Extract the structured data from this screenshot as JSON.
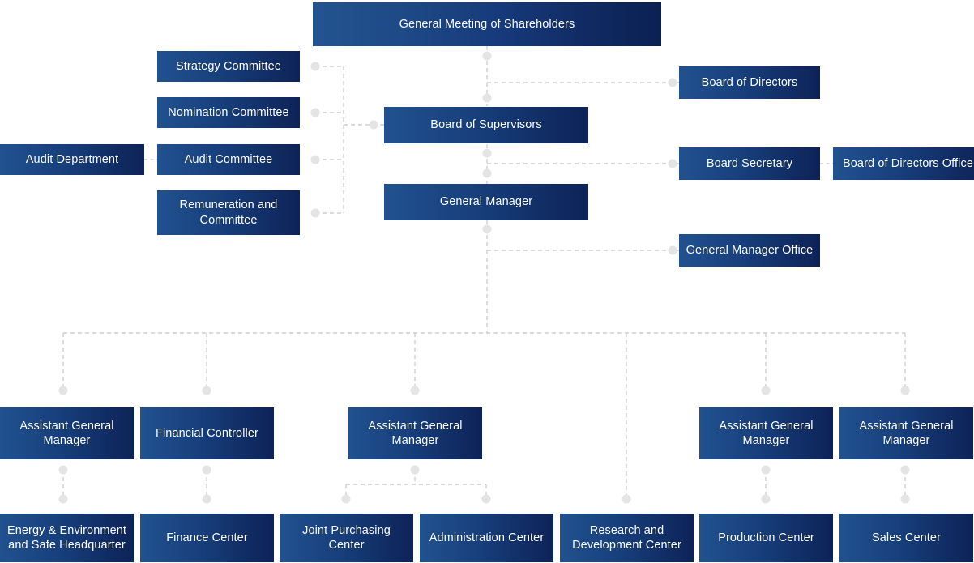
{
  "chart_data": {
    "type": "diagram",
    "title": "Corporate Organizational Structure",
    "diagram_kind": "org-chart",
    "orientation": "top-down",
    "connector_style": "dashed-with-round-endpoints",
    "palette": {
      "box_gradient_start": "#21528f",
      "box_gradient_end": "#0d2357",
      "box_text": "#ffffff",
      "connector_line": "#cfcfcf",
      "connector_dot": "#e2e2e2",
      "background": "#ffffff"
    },
    "nodes": [
      {
        "id": "general-meeting-of-shareholders",
        "label": "General Meeting of Shareholders",
        "level": 0
      },
      {
        "id": "board-of-directors",
        "label": "Board of Directors",
        "level": 1
      },
      {
        "id": "board-of-supervisors",
        "label": "Board of Supervisors",
        "level": 1
      },
      {
        "id": "strategy-committee",
        "label": "Strategy Committee",
        "level": 2
      },
      {
        "id": "nomination-committee",
        "label": "Nomination Committee",
        "level": 2
      },
      {
        "id": "audit-committee",
        "label": "Audit Committee",
        "level": 2
      },
      {
        "id": "remuneration-and-committee",
        "label": "Remuneration and Committee",
        "level": 2
      },
      {
        "id": "audit-department",
        "label": "Audit Department",
        "level": 3
      },
      {
        "id": "board-secretary",
        "label": "Board Secretary",
        "level": 2
      },
      {
        "id": "board-of-directors-office",
        "label": "Board of Directors Office",
        "level": 3
      },
      {
        "id": "general-manager",
        "label": "General Manager",
        "level": 2
      },
      {
        "id": "general-manager-office",
        "label": "General Manager Office",
        "level": 3
      },
      {
        "id": "assistant-general-manager-1",
        "label": "Assistant General Manager",
        "level": 3
      },
      {
        "id": "financial-controller",
        "label": "Financial Controller",
        "level": 3
      },
      {
        "id": "assistant-general-manager-2",
        "label": "Assistant General Manager",
        "level": 3
      },
      {
        "id": "assistant-general-manager-3",
        "label": "Assistant General Manager",
        "level": 3
      },
      {
        "id": "assistant-general-manager-4",
        "label": "Assistant General Manager",
        "level": 3
      },
      {
        "id": "energy-environment-safe-headquarter",
        "label": "Energy & Environment and Safe Headquarter",
        "level": 4
      },
      {
        "id": "finance-center",
        "label": "Finance Center",
        "level": 4
      },
      {
        "id": "joint-purchasing-center",
        "label": "Joint Purchasing Center",
        "level": 4
      },
      {
        "id": "administration-center",
        "label": "Administration Center",
        "level": 4
      },
      {
        "id": "research-and-development-center",
        "label": "Research and Development Center",
        "level": 4
      },
      {
        "id": "production-center",
        "label": "Production Center",
        "level": 4
      },
      {
        "id": "sales-center",
        "label": "Sales Center",
        "level": 4
      }
    ],
    "edges": [
      {
        "from": "general-meeting-of-shareholders",
        "to": "board-of-directors"
      },
      {
        "from": "general-meeting-of-shareholders",
        "to": "board-of-supervisors"
      },
      {
        "from": "board-of-supervisors",
        "to": "general-manager"
      },
      {
        "from": "board-of-supervisors",
        "to": "board-secretary"
      },
      {
        "from": "board-secretary",
        "to": "board-of-directors-office"
      },
      {
        "from": "strategy-committee",
        "to": "board-of-supervisors"
      },
      {
        "from": "nomination-committee",
        "to": "board-of-supervisors"
      },
      {
        "from": "audit-committee",
        "to": "board-of-supervisors"
      },
      {
        "from": "remuneration-and-committee",
        "to": "board-of-supervisors"
      },
      {
        "from": "audit-department",
        "to": "audit-committee"
      },
      {
        "from": "general-manager",
        "to": "general-manager-office"
      },
      {
        "from": "general-manager",
        "to": "assistant-general-manager-1"
      },
      {
        "from": "general-manager",
        "to": "financial-controller"
      },
      {
        "from": "general-manager",
        "to": "assistant-general-manager-2"
      },
      {
        "from": "general-manager",
        "to": "research-and-development-center"
      },
      {
        "from": "general-manager",
        "to": "assistant-general-manager-3"
      },
      {
        "from": "general-manager",
        "to": "assistant-general-manager-4"
      },
      {
        "from": "assistant-general-manager-1",
        "to": "energy-environment-safe-headquarter"
      },
      {
        "from": "financial-controller",
        "to": "finance-center"
      },
      {
        "from": "assistant-general-manager-2",
        "to": "joint-purchasing-center"
      },
      {
        "from": "assistant-general-manager-2",
        "to": "administration-center"
      },
      {
        "from": "assistant-general-manager-3",
        "to": "production-center"
      },
      {
        "from": "assistant-general-manager-4",
        "to": "sales-center"
      }
    ]
  },
  "nodes": {
    "general_meeting_of_shareholders": "General Meeting of Shareholders",
    "board_of_directors": "Board of Directors",
    "board_of_supervisors": "Board of Supervisors",
    "strategy_committee": "Strategy Committee",
    "nomination_committee": "Nomination Committee",
    "audit_committee": "Audit Committee",
    "remuneration_and_committee": "Remuneration and Committee",
    "audit_department": "Audit Department",
    "board_secretary": "Board Secretary",
    "board_of_directors_office": "Board of Directors Office",
    "general_manager": "General Manager",
    "general_manager_office": "General Manager Office",
    "assistant_general_manager_1": "Assistant General Manager",
    "financial_controller": "Financial Controller",
    "assistant_general_manager_2": "Assistant General Manager",
    "assistant_general_manager_3": "Assistant General Manager",
    "assistant_general_manager_4": "Assistant General Manager",
    "energy_environment_safe_headquarter": "Energy & Environment and Safe Headquarter",
    "finance_center": "Finance Center",
    "joint_purchasing_center": "Joint Purchasing Center",
    "administration_center": "Administration Center",
    "research_and_development_center": "Research and Development Center",
    "production_center": "Production Center",
    "sales_center": "Sales Center"
  }
}
